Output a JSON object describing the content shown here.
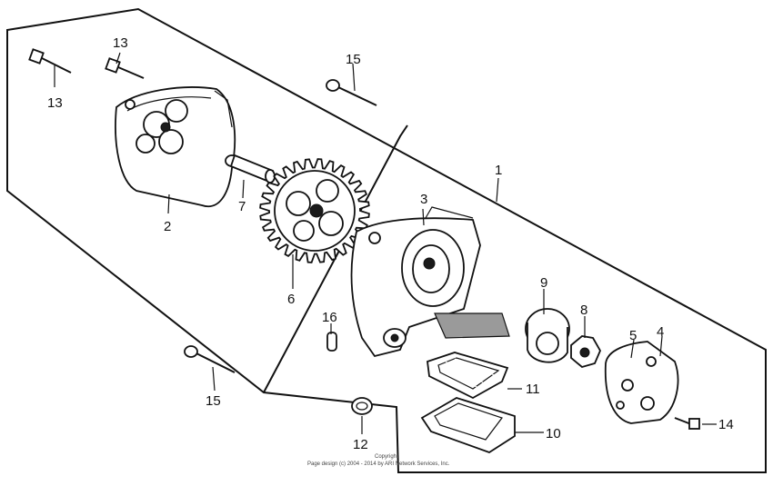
{
  "callouts": [
    "13",
    "13",
    "15",
    "1",
    "2",
    "7",
    "3",
    "6",
    "9",
    "8",
    "5",
    "4",
    "16",
    "11",
    "15",
    "14",
    "12",
    "10"
  ],
  "copyright": {
    "line1": "Copyright",
    "line2": "Page design (c) 2004 - 2014 by ARI Network Services, Inc."
  }
}
